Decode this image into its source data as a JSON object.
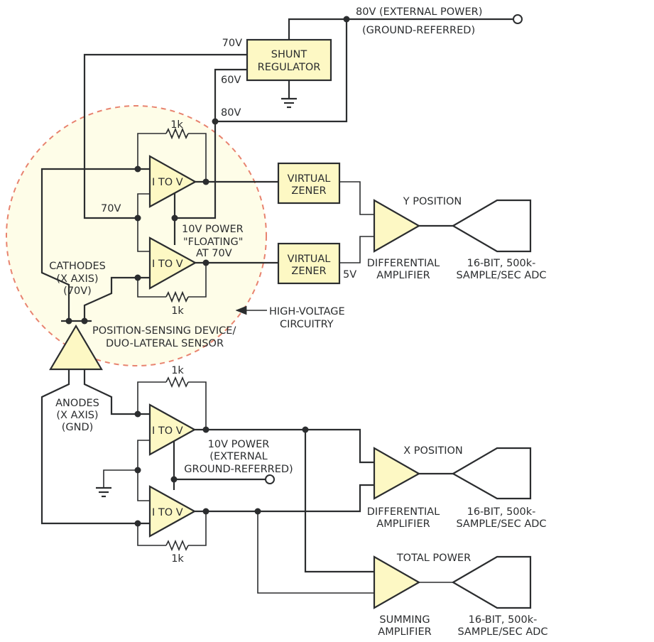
{
  "diagram": {
    "type": "circuit-schematic",
    "colors": {
      "wire": "#2b2d2f",
      "component_fill": "#fdf8c4",
      "high_voltage_zone_fill": "#fefde8",
      "high_voltage_zone_border": "#e8836f"
    },
    "power": {
      "external_80v_line1": "80V (EXTERNAL POWER)",
      "external_80v_line2": "(GROUND-REFERRED)",
      "rail_70v_top": "70V",
      "rail_60v": "60V",
      "rail_80v": "80V",
      "rail_70v_mid": "70V"
    },
    "shunt_regulator": {
      "line1": "SHUNT",
      "line2": "REGULATOR"
    },
    "floating_power": {
      "line1": "10V POWER",
      "line2": "\"FLOATING\"",
      "line3": "AT 70V"
    },
    "external_power_10v": {
      "line1": "10V POWER",
      "line2": "(EXTERNAL",
      "line3": "GROUND-REFERRED)"
    },
    "i_to_v_label": "I TO V",
    "resistor_label": "1k",
    "virtual_zener": {
      "line1": "VIRTUAL",
      "line2": "ZENER"
    },
    "zener_output_voltage": "5V",
    "cathodes": {
      "line1": "CATHODES",
      "line2": "(X AXIS)",
      "line3": "(70V)"
    },
    "anodes": {
      "line1": "ANODES",
      "line2": "(X AXIS)",
      "line3": "(GND)"
    },
    "sensor": {
      "line1": "POSITION-SENSING DEVICE/",
      "line2": "DUO-LATERAL SENSOR"
    },
    "high_voltage": {
      "line1": "HIGH-VOLTAGE",
      "line2": "CIRCUITRY"
    },
    "outputs": [
      {
        "title": "Y POSITION",
        "amp_line1": "DIFFERENTIAL",
        "amp_line2": "AMPLIFIER",
        "adc_line1": "16-BIT, 500k-",
        "adc_line2": "SAMPLE/SEC ADC"
      },
      {
        "title": "X POSITION",
        "amp_line1": "DIFFERENTIAL",
        "amp_line2": "AMPLIFIER",
        "adc_line1": "16-BIT, 500k-",
        "adc_line2": "SAMPLE/SEC ADC"
      },
      {
        "title": "TOTAL POWER",
        "amp_line1": "SUMMING",
        "amp_line2": "AMPLIFIER",
        "adc_line1": "16-BIT, 500k-",
        "adc_line2": "SAMPLE/SEC ADC"
      }
    ]
  }
}
